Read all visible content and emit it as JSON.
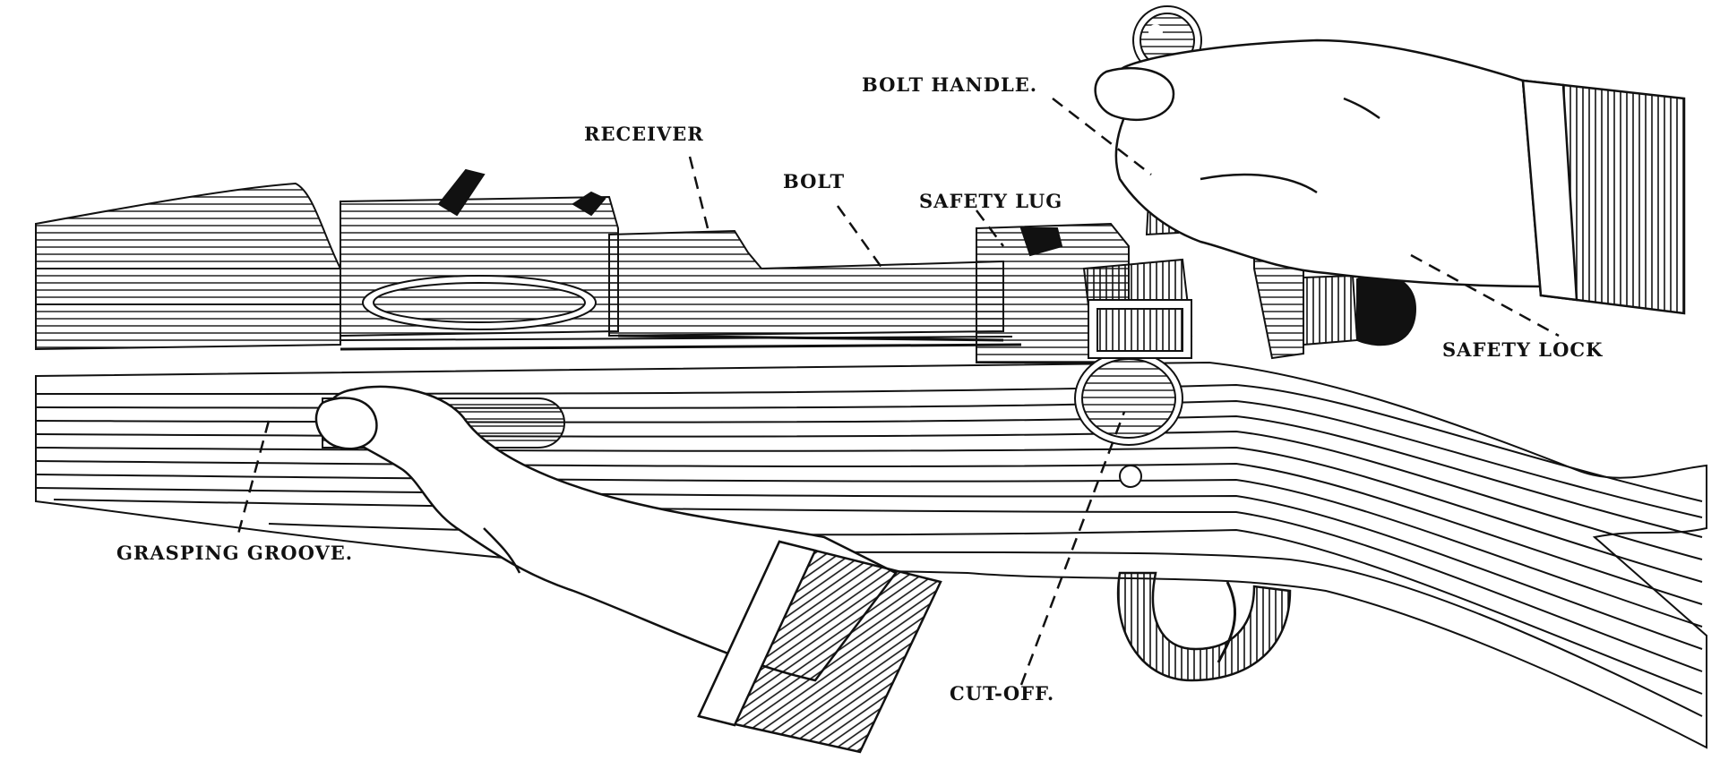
{
  "labels": {
    "bolt_handle": "BOLT HANDLE.",
    "receiver": "RECEIVER",
    "bolt": "BOLT",
    "safety_lug": "SAFETY LUG",
    "safety_lock": "SAFETY LOCK",
    "grasping_groove": "GRASPING GROOVE.",
    "cut_off": "CUT-OFF."
  },
  "colors": {
    "ink": "#111111",
    "paper": "#ffffff"
  }
}
